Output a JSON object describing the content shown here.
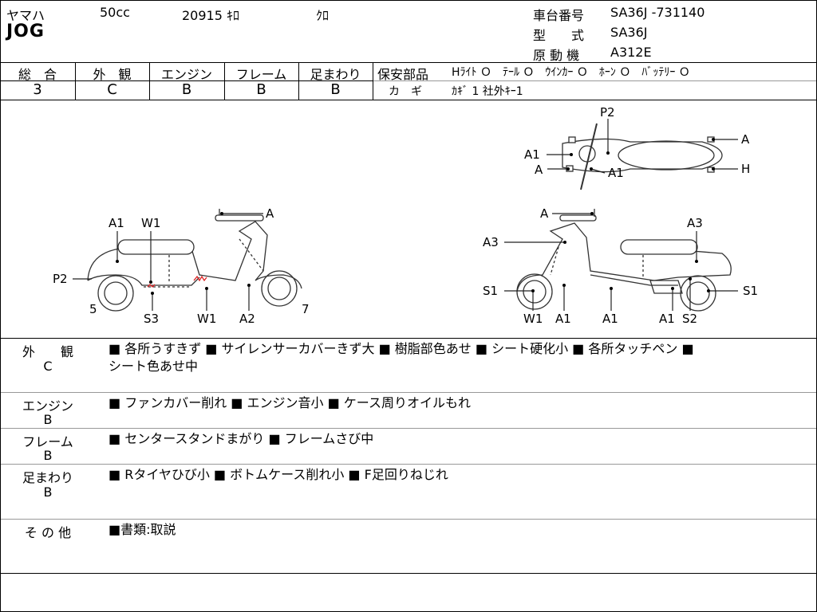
{
  "header": {
    "maker": "ヤマハ",
    "cc": "50cc",
    "mileage": "20915 ｷﾛ",
    "color": "ｸﾛ",
    "model": "JOG",
    "chassis_label": "車台番号",
    "chassis_value": "SA36J -731140",
    "type_label": "型　　式",
    "type_value": "SA36J",
    "engine_label": "原 動 機",
    "engine_value": "A312E"
  },
  "grades": {
    "overall_label": "総　合",
    "overall_value": "3",
    "exterior_label": "外　観",
    "exterior_value": "C",
    "engine_label": "エンジン",
    "engine_value": "B",
    "frame_label": "フレーム",
    "frame_value": "B",
    "suspension_label": "足まわり",
    "suspension_value": "B"
  },
  "safety": {
    "label": "保安部品",
    "items": "Hﾗｲﾄ Ｏ　ﾃｰﾙ Ｏ　ｳｲﾝｶｰ Ｏ　ﾎｰﾝ Ｏ　ﾊﾞｯﾃﾘｰ Ｏ",
    "key_label": "カ　ギ",
    "key_value": "ｶｷﾞ 1 社外ｷｰ1"
  },
  "diagram": {
    "left": {
      "a": "A",
      "a1": "A1",
      "w1": "W1",
      "p2": "P2",
      "n5": "5",
      "s3": "S3",
      "w1b": "W1",
      "a2": "A2",
      "n7": "7"
    },
    "right": {
      "a": "A",
      "a3": "A3",
      "a3b": "A3",
      "s1": "S1",
      "s1b": "S1",
      "w1": "W1",
      "a1": "A1",
      "a1b": "A1",
      "a1c": "A1",
      "s2": "S2"
    },
    "top": {
      "p2": "P2",
      "a1": "A1",
      "a": "A",
      "a1b": "A1",
      "ar": "A",
      "h": "H"
    }
  },
  "sections": [
    {
      "label1": "外　　観",
      "label2": "C",
      "line1": "■ 各所うすきず ■ サイレンサーカバーきず大 ■ 樹脂部色あせ ■ シート硬化小 ■ 各所タッチペン ■",
      "line2": "シート色あせ中"
    },
    {
      "label1": "エンジン",
      "label2": "B",
      "line1": "■ ファンカバー削れ ■ エンジン音小 ■ ケース周りオイルもれ",
      "line2": ""
    },
    {
      "label1": "フレーム",
      "label2": "B",
      "line1": "■ センタースタンドまがり ■ フレームさび中",
      "line2": ""
    },
    {
      "label1": "足まわり",
      "label2": "B",
      "line1": "■ Rタイヤひび小 ■ ボトムケース削れ小 ■ F足回りねじれ",
      "line2": ""
    },
    {
      "label1": "そ の 他",
      "label2": "",
      "line1": "■書類:取説",
      "line2": ""
    }
  ]
}
